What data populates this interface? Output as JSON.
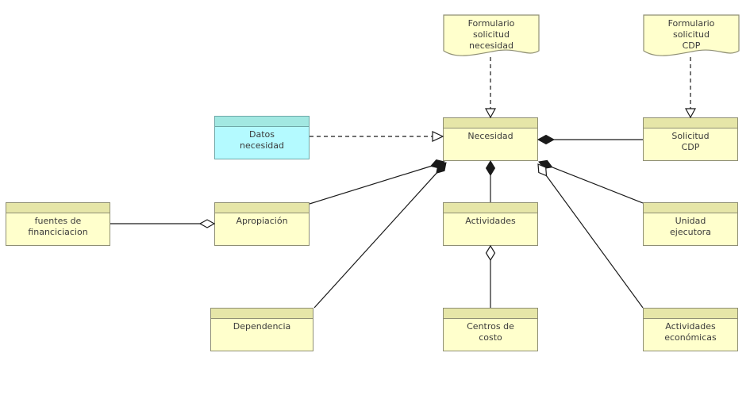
{
  "colors": {
    "class_fill": "#FFFFCC",
    "class_header": "#E6E6A8",
    "class_border": "#8F8F74",
    "data_fill": "#B4FAFF",
    "data_header": "#A2E8E2",
    "data_border": "#6FA8A8",
    "line": "#1A1A1A",
    "text": "#3B3B3B"
  },
  "nodes": {
    "formulario_solicitud_necesidad": {
      "shape": "document",
      "label": "Formulario\nsolicitud\nnecesidad"
    },
    "formulario_solicitud_cdp": {
      "shape": "document",
      "label": "Formulario\nsolicitud\nCDP"
    },
    "datos_necesidad": {
      "shape": "class",
      "label": "Datos\nnecesidad"
    },
    "necesidad": {
      "shape": "class",
      "label": "Necesidad"
    },
    "solicitud_cdp": {
      "shape": "class",
      "label": "Solicitud\nCDP"
    },
    "fuentes_de_financiciacion": {
      "shape": "class",
      "label": "fuentes de\nfinanciciacion"
    },
    "apropiacion": {
      "shape": "class",
      "label": "Apropiación"
    },
    "actividades": {
      "shape": "class",
      "label": "Actividades"
    },
    "unidad_ejecutora": {
      "shape": "class",
      "label": "Unidad\nejecutora"
    },
    "dependencia": {
      "shape": "class",
      "label": "Dependencia"
    },
    "centros_de_costo": {
      "shape": "class",
      "label": "Centros de\ncosto"
    },
    "actividades_economicas": {
      "shape": "class",
      "label": "Actividades\neconómicas"
    }
  },
  "edges": [
    {
      "from": "formulario_solicitud_necesidad",
      "to": "necesidad",
      "style": "dashed",
      "marker_at_to": "open-triangle"
    },
    {
      "from": "formulario_solicitud_cdp",
      "to": "solicitud_cdp",
      "style": "dashed",
      "marker_at_to": "open-triangle"
    },
    {
      "from": "datos_necesidad",
      "to": "necesidad",
      "style": "dashed",
      "marker_at_to": "open-triangle"
    },
    {
      "from": "solicitud_cdp",
      "to": "necesidad",
      "style": "solid",
      "marker_at_to": "filled-diamond"
    },
    {
      "from": "fuentes_de_financiciacion",
      "to": "apropiacion",
      "style": "solid",
      "marker_at_to": "open-diamond"
    },
    {
      "from": "apropiacion",
      "to": "necesidad",
      "style": "solid",
      "marker_at_to": "filled-diamond"
    },
    {
      "from": "dependencia",
      "to": "necesidad",
      "style": "solid",
      "marker_at_to": "filled-diamond"
    },
    {
      "from": "actividades",
      "to": "necesidad",
      "style": "solid",
      "marker_at_to": "filled-diamond"
    },
    {
      "from": "centros_de_costo",
      "to": "actividades",
      "style": "solid",
      "marker_at_to": "open-diamond"
    },
    {
      "from": "unidad_ejecutora",
      "to": "necesidad",
      "style": "solid",
      "marker_at_to": "filled-diamond"
    },
    {
      "from": "actividades_economicas",
      "to": "necesidad",
      "style": "solid",
      "marker_at_to": "open-diamond"
    }
  ]
}
